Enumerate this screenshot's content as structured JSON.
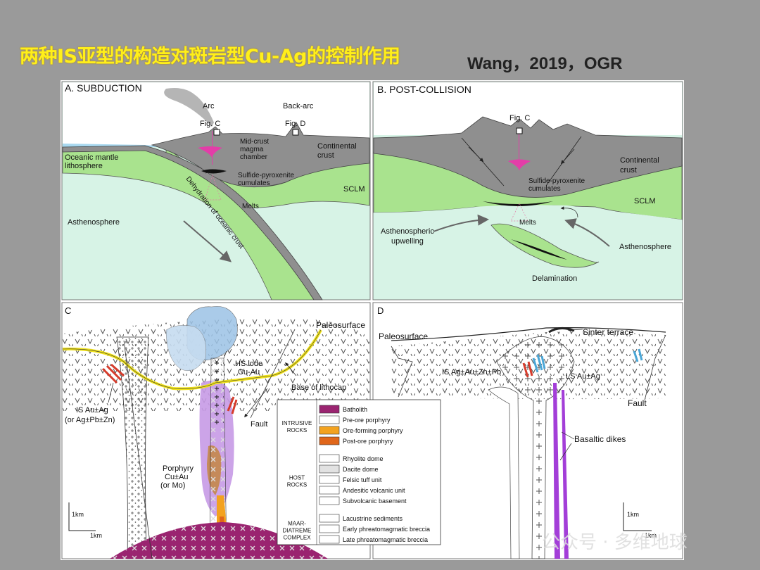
{
  "slide": {
    "title": "两种IS亚型的构造对斑岩型Cu-Ag的控制作用",
    "citation": "Wang，2019，OGR",
    "watermark": "公众号 · 多维地球"
  },
  "panel_a": {
    "heading": "A. SUBDUCTION",
    "arc": "Arc",
    "back_arc": "Back-arc",
    "fig_c": "Fig. C",
    "fig_d": "Fig. D",
    "mid_crust_1": "Mid-crust",
    "mid_crust_2": "magma",
    "mid_crust_3": "chamber",
    "continental_1": "Continental",
    "continental_2": "crust",
    "oceanic_1": "Oceanic mantle",
    "oceanic_2": "lithosphere",
    "sulfide_1": "Sulfide-pyroxenite",
    "sulfide_2": "cumulates",
    "sclm": "SCLM",
    "melts": "Melts",
    "dehydration": "Dehydration of oceanic crust",
    "asthenosphere": "Asthenosphere"
  },
  "panel_b": {
    "heading": "B. POST-COLLISION",
    "fig_c": "Fig. C",
    "continental_1": "Continental",
    "continental_2": "crust",
    "sulfide_1": "Sulfide-pyroxenite",
    "sulfide_2": "cumulates",
    "sclm": "SCLM",
    "melts": "Melts",
    "upwelling_1": "Asthenospheric",
    "upwelling_2": "upwelling",
    "asthenosphere": "Asthenosphere",
    "delamination": "Delamination"
  },
  "panel_c": {
    "heading": "C",
    "paleosurface": "Paleosurface",
    "hs_1": "HS lode",
    "hs_2": "Cu-Au",
    "base_lithocap": "Base of lithocap",
    "is_1": "IS Au±Ag",
    "is_2": "(or Ag±Pb±Zn)",
    "fault": "Fault",
    "porphyry_1": "Porphyry",
    "porphyry_2": "Cu±Au",
    "porphyry_3": "(or Mo)",
    "scale": "1km"
  },
  "panel_d": {
    "heading": "D",
    "paleosurface": "Paleosurface",
    "sinter": "Sinter terrace",
    "is_label": "IS Ag±Au±Zn±Pb",
    "ls_label": "LS Au±Ag",
    "fault": "Fault",
    "basaltic": "Basaltic dikes",
    "scale": "1km"
  },
  "legend": {
    "groups": [
      {
        "name": "INTRUSIVE\nROCKS",
        "items": [
          "Batholith",
          "Pre-ore porphyry",
          "Ore-forming porphyry",
          "Post-ore porphyry"
        ]
      },
      {
        "name": "HOST\nROCKS",
        "items": [
          "Rhyolite dome",
          "Dacite dome",
          "Felsic tuff unit",
          "Andesitic volcanic unit",
          "Subvolcanic basement"
        ]
      },
      {
        "name": "MAAR-\nDIATREME\nCOMPLEX",
        "items": [
          "Lacustrine sediments",
          "Early phreatomagmatic breccia",
          "Late phreatomagmatic breccia"
        ]
      }
    ]
  },
  "colors": {
    "crust": "#8f8f8f",
    "sclm": "#a9e38e",
    "asthenosphere": "#d7f3e6",
    "magma": "#e33da8",
    "batholith": "#9a2470",
    "ore_porphyry": "#f3a21f",
    "post_porphyry": "#e0661a",
    "dome": "#9cc3e6",
    "lithocap_line": "#f0e21a",
    "alteration": "#c79ae6"
  }
}
